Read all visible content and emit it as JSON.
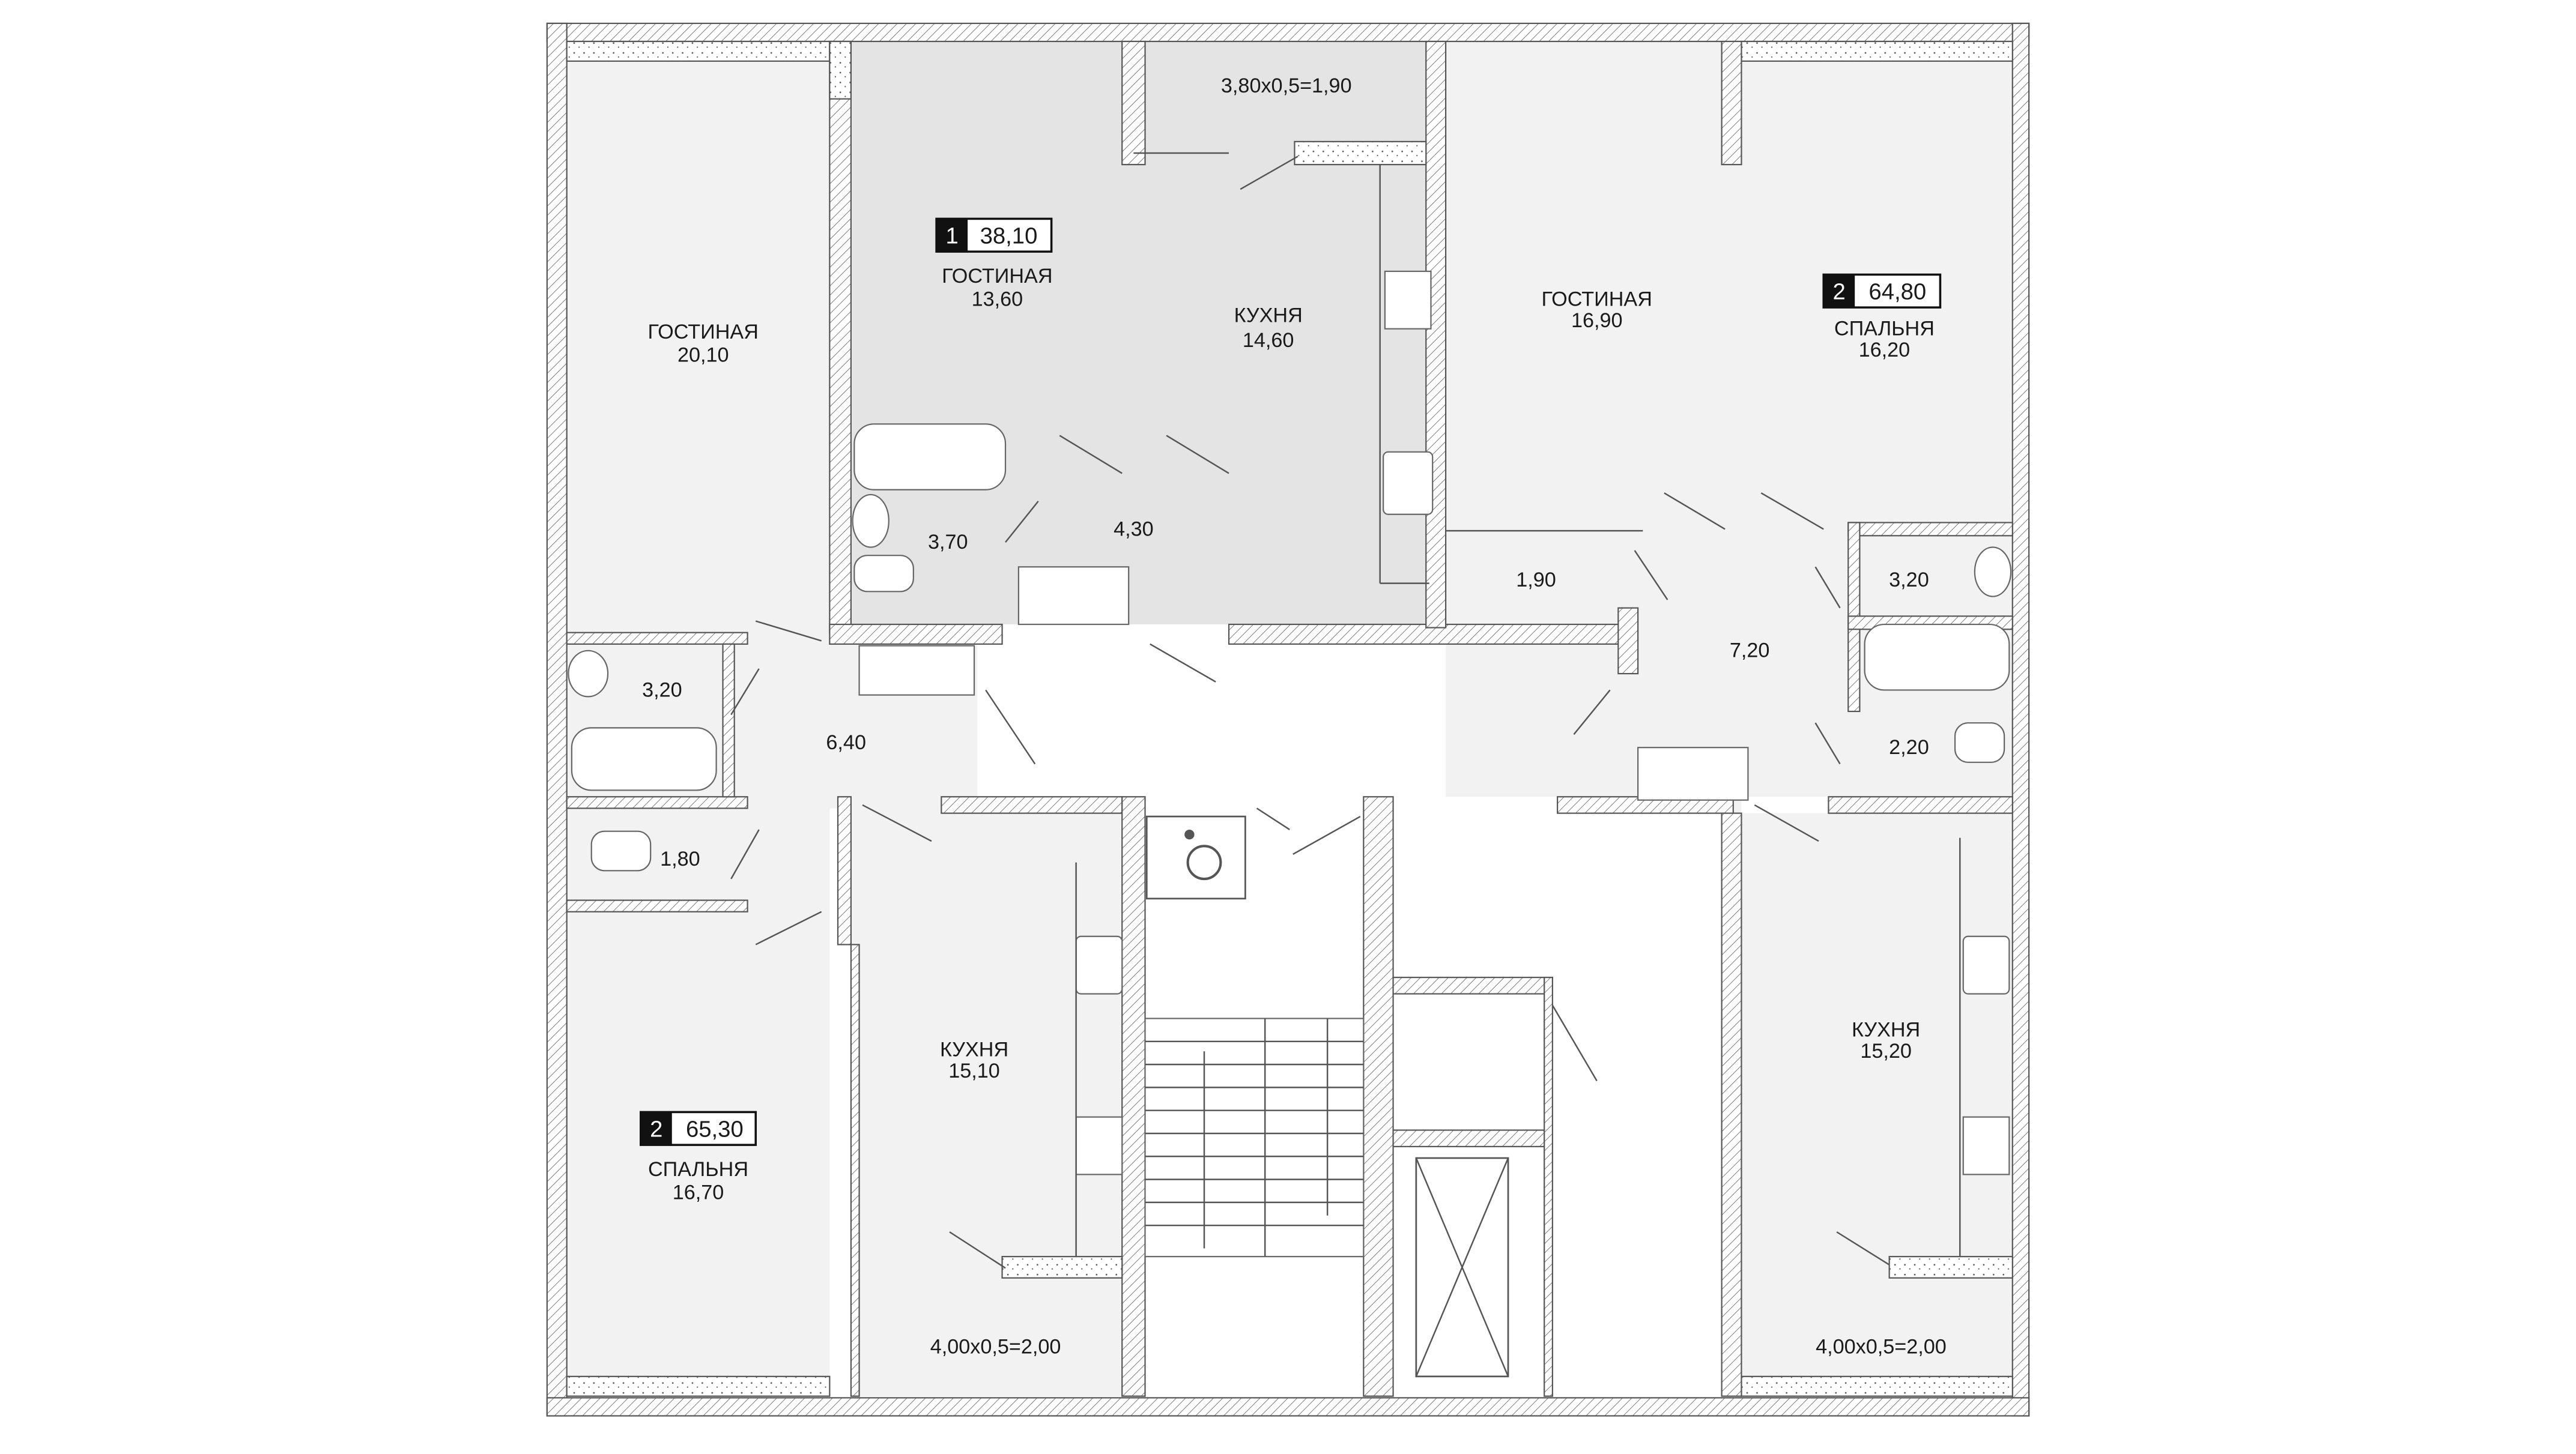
{
  "plan": {
    "colors": {
      "highlight_apartment": "#e4e4e4",
      "apartment": "#f3f2f3",
      "common": "#ffffff",
      "badge": "#111111"
    },
    "apartments": [
      {
        "rooms_count": "1",
        "area": "38,10"
      },
      {
        "rooms_count": "2",
        "area": "64,80"
      },
      {
        "rooms_count": "2",
        "area": "65,30"
      }
    ],
    "rooms": {
      "balcony_top": "3,80x0,5=1,90",
      "a1_living_name": "ГОСТИНАЯ",
      "a1_living_area": "13,60",
      "a1_kitchen_name": "КУХНЯ",
      "a1_kitchen_area": "14,60",
      "a1_bath_area": "3,70",
      "a1_hall_area": "4,30",
      "left_living_name": "ГОСТИНАЯ",
      "left_living_area": "20,10",
      "left_bath_area": "3,20",
      "left_hall_area": "6,40",
      "left_wc_area": "1,80",
      "left_kitchen_name": "КУХНЯ",
      "left_kitchen_area": "15,10",
      "left_bedroom_name": "СПАЛЬНЯ",
      "left_bedroom_area": "16,70",
      "left_balcony": "4,00x0,5=2,00",
      "right_living_name": "ГОСТИНАЯ",
      "right_living_area": "16,90",
      "right_bedroom_name": "СПАЛЬНЯ",
      "right_bedroom_area": "16,20",
      "right_closet_area": "1,90",
      "right_hall_area": "7,20",
      "right_bath_area": "3,20",
      "right_wc_area": "2,20",
      "right_kitchen_name": "КУХНЯ",
      "right_kitchen_area": "15,20",
      "right_balcony": "4,00x0,5=2,00"
    }
  }
}
